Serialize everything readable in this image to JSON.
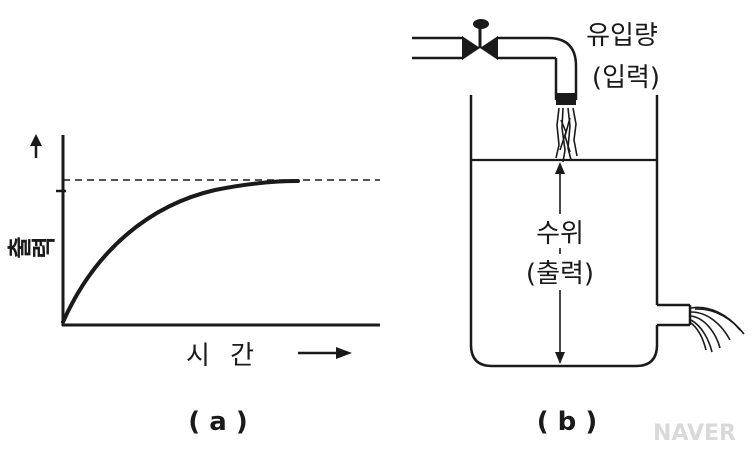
{
  "panel_a": {
    "y_axis_label": "출력",
    "x_axis_label": "시 간",
    "caption": "( a )"
  },
  "panel_b": {
    "inflow_label": "유입량",
    "inflow_sub": "(입력)",
    "level_label": "수위",
    "level_sub": "(출력)",
    "caption": "( b )"
  },
  "watermark": "NAVER",
  "colors": {
    "ink": "#1a1a1a",
    "watermark": "#d9d9d9"
  }
}
